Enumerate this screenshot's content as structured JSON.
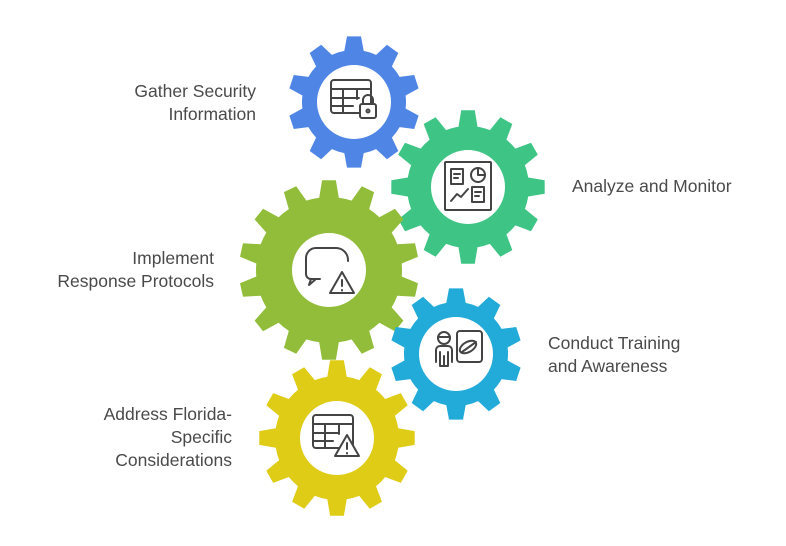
{
  "steps": [
    {
      "label": "Gather Security\nInformation",
      "color": "#4f86e6",
      "icon": "table-lock-icon"
    },
    {
      "label": "Analyze and Monitor",
      "color": "#3ec585",
      "icon": "dashboard-icon"
    },
    {
      "label": "Implement\nResponse Protocols",
      "color": "#92bd3a",
      "icon": "chat-warning-icon"
    },
    {
      "label": "Conduct Training\nand Awareness",
      "color": "#22abd9",
      "icon": "presenter-icon"
    },
    {
      "label": "Address Florida-\nSpecific\nConsiderations",
      "color": "#dfcc17",
      "icon": "table-warning-icon"
    }
  ]
}
